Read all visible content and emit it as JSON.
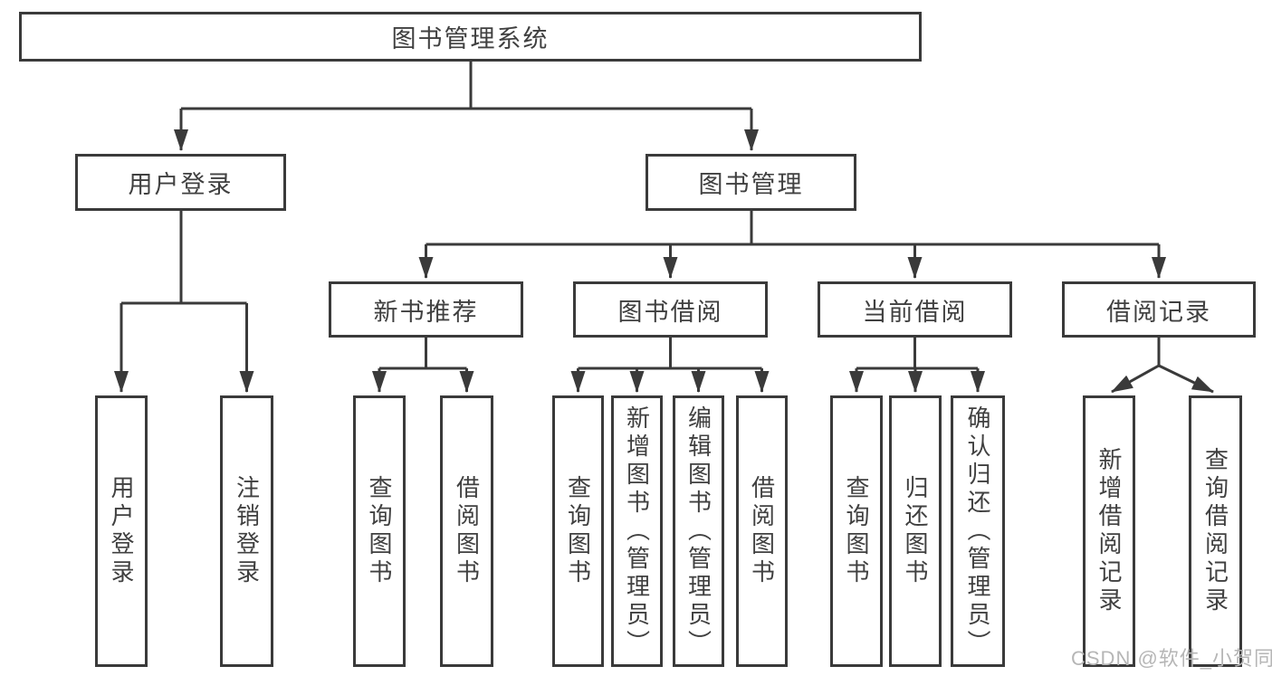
{
  "tree": {
    "label": "图书管理系统",
    "children": [
      {
        "label": "用户登录",
        "children": [
          {
            "label": "用户登录"
          },
          {
            "label": "注销登录"
          }
        ]
      },
      {
        "label": "图书管理",
        "children": [
          {
            "label": "新书推荐",
            "children": [
              {
                "label": "查询图书"
              },
              {
                "label": "借阅图书"
              }
            ]
          },
          {
            "label": "图书借阅",
            "children": [
              {
                "label": "查询图书"
              },
              {
                "label": "新增图书（管理员）"
              },
              {
                "label": "编辑图书（管理员）"
              },
              {
                "label": "借阅图书"
              }
            ]
          },
          {
            "label": "当前借阅",
            "children": [
              {
                "label": "查询图书"
              },
              {
                "label": "归还图书"
              },
              {
                "label": "确认归还（管理员）"
              }
            ]
          },
          {
            "label": "借阅记录",
            "children": [
              {
                "label": "新增借阅记录"
              },
              {
                "label": "查询借阅记录"
              }
            ]
          }
        ]
      }
    ]
  },
  "watermark": {
    "text": "CSDN @软件_小贺同学"
  },
  "colors": {
    "line": "#3a3a3a",
    "text": "#404040",
    "watermark": "#b6b6b6",
    "background": "#ffffff"
  }
}
